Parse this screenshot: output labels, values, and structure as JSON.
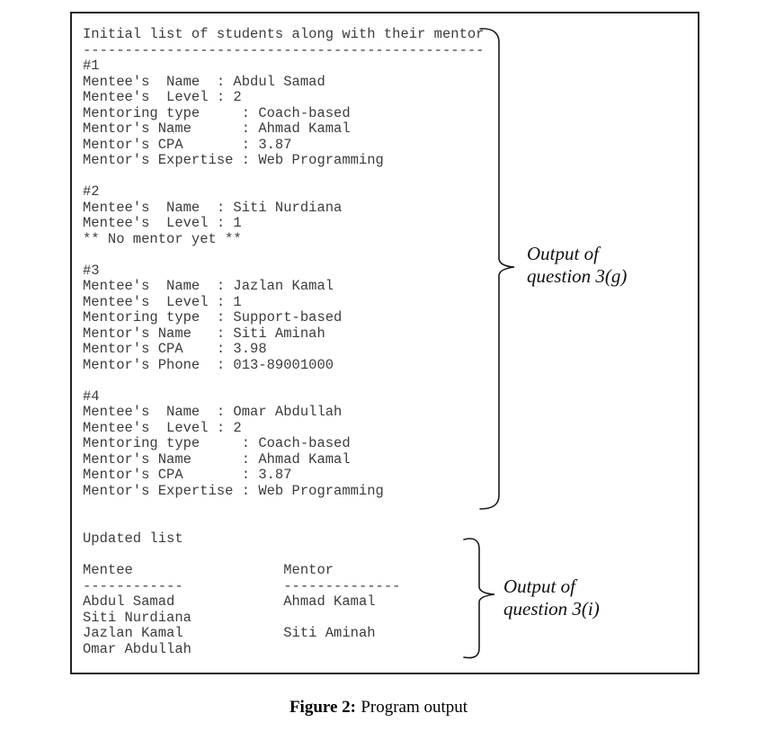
{
  "figure": {
    "console_3g_lines": [
      "Initial list of students along with their mentor",
      "------------------------------------------------",
      "#1",
      "Mentee's  Name  : Abdul Samad",
      "Mentee's  Level : 2",
      "Mentoring type     : Coach-based",
      "Mentor's Name      : Ahmad Kamal",
      "Mentor's CPA       : 3.87",
      "Mentor's Expertise : Web Programming",
      "",
      "#2",
      "Mentee's  Name  : Siti Nurdiana",
      "Mentee's  Level : 1",
      "** No mentor yet **",
      "",
      "#3",
      "Mentee's  Name  : Jazlan Kamal",
      "Mentee's  Level : 1",
      "Mentoring type  : Support-based",
      "Mentor's Name   : Siti Aminah",
      "Mentor's CPA    : 3.98",
      "Mentor's Phone  : 013-89001000",
      "",
      "#4",
      "Mentee's  Name  : Omar Abdullah",
      "Mentee's  Level : 2",
      "Mentoring type     : Coach-based",
      "Mentor's Name      : Ahmad Kamal",
      "Mentor's CPA       : 3.87",
      "Mentor's Expertise : Web Programming"
    ],
    "console_3i_lines": [
      "Updated list",
      "",
      "Mentee                  Mentor",
      "------------            --------------",
      "Abdul Samad             Ahmad Kamal",
      "Siti Nurdiana",
      "Jazlan Kamal            Siti Aminah",
      "Omar Abdullah"
    ],
    "annotation_3g": {
      "line1": "Output of",
      "line2": "question 3(g)"
    },
    "annotation_3i": {
      "line1": "Output of",
      "line2": "question 3(i)"
    },
    "caption": {
      "label": "Figure 2:",
      "text": "Program output"
    }
  },
  "colors": {
    "console_text": "#3c3c3c",
    "box_border": "#222222",
    "annotation_text": "#101010",
    "brace_stroke": "#1a1a1a"
  }
}
